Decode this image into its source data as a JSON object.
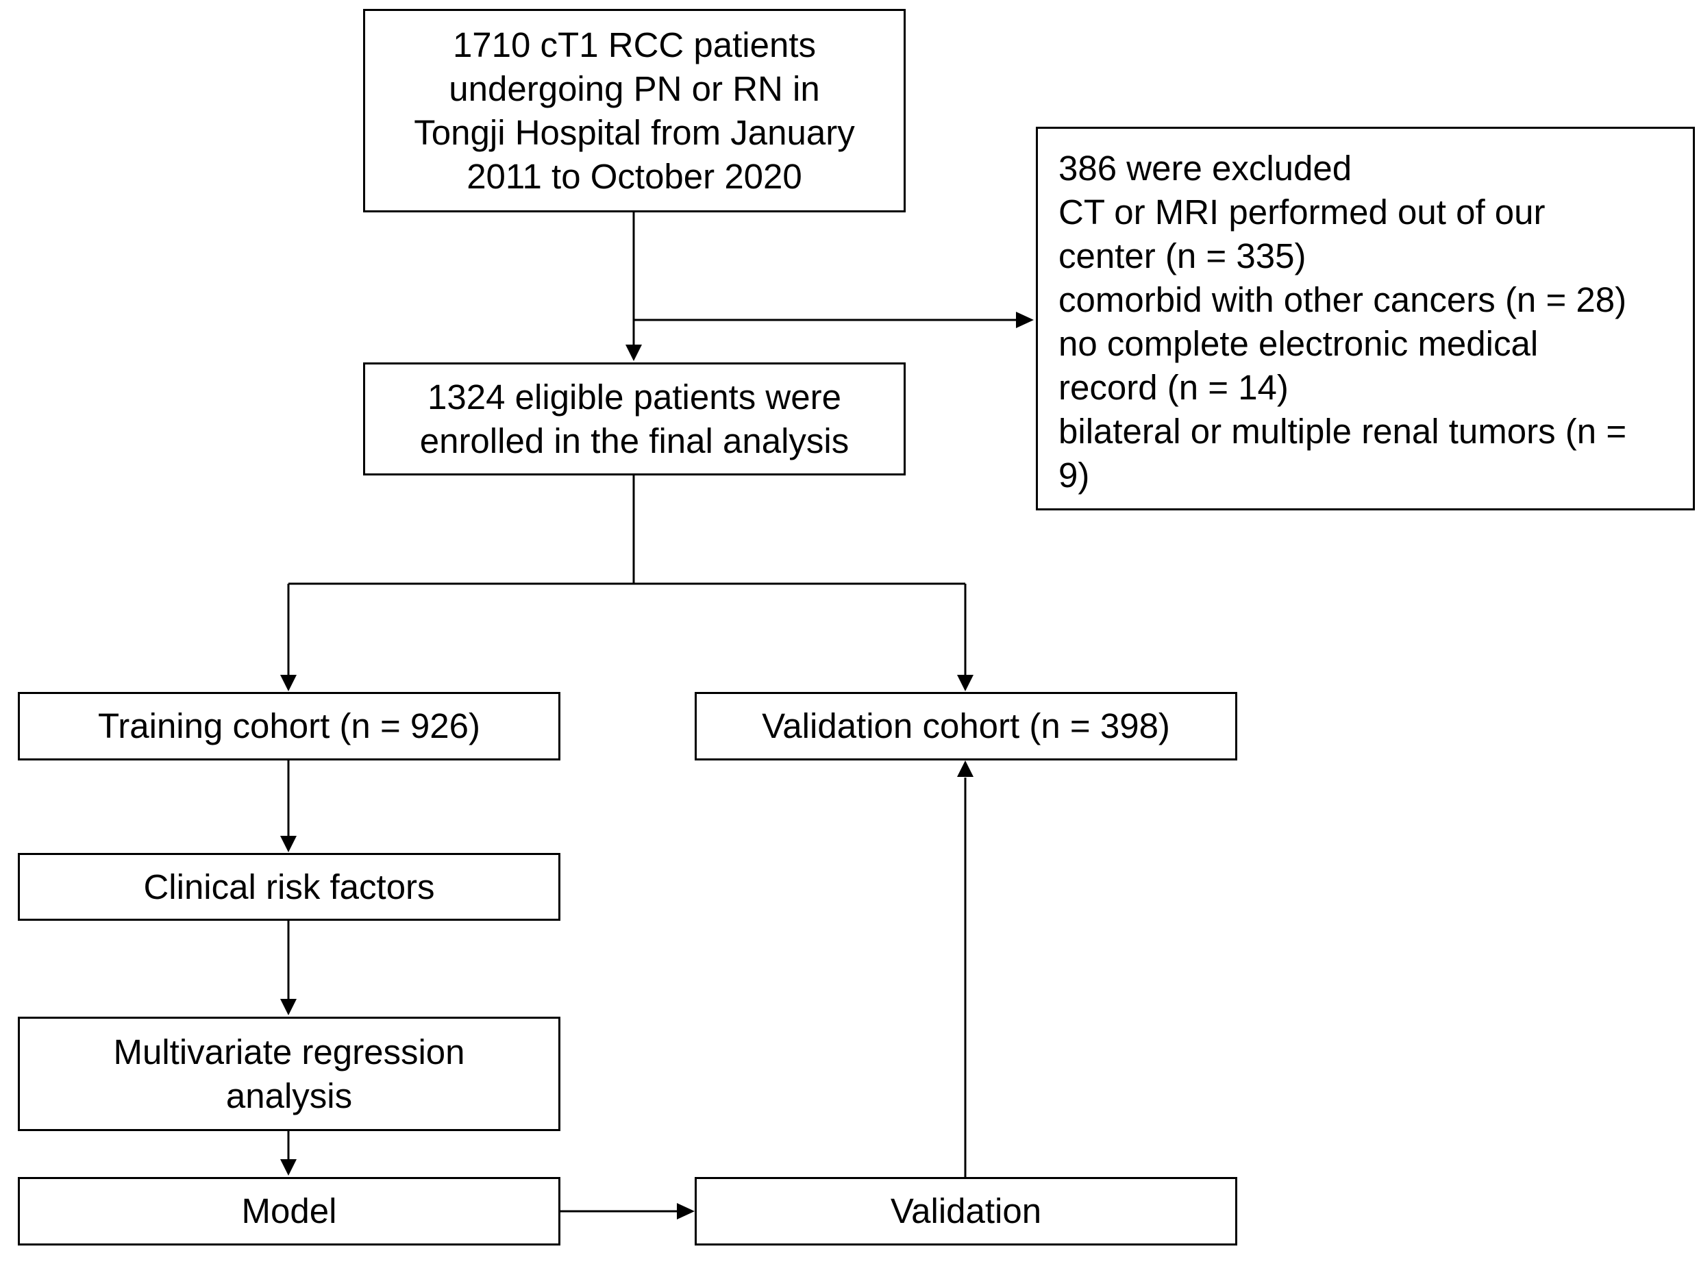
{
  "boxes": {
    "initial": {
      "line1": "1710 cT1 RCC patients",
      "line2": "undergoing PN or RN in",
      "line3": "Tongji Hospital from January",
      "line4": "2011 to October 2020"
    },
    "excluded": {
      "title": "386 were excluded",
      "line1": "CT or MRI performed out of our",
      "line2": "center (n = 335)",
      "line3": "comorbid with other cancers (n = 28)",
      "line4": "no complete electronic medical",
      "line5": "record (n = 14)",
      "line6": "bilateral or multiple renal tumors (n =",
      "line7": "9)"
    },
    "eligible": {
      "line1": "1324 eligible patients were",
      "line2": "enrolled in the final analysis"
    },
    "training": "Training cohort (n = 926)",
    "validation_cohort": "Validation cohort (n = 398)",
    "clinical": "Clinical risk factors",
    "multivariate": {
      "line1": "Multivariate regression",
      "line2": "analysis"
    },
    "model": "Model",
    "validation": "Validation"
  },
  "colors": {
    "stroke": "#000000",
    "background": "#ffffff"
  }
}
